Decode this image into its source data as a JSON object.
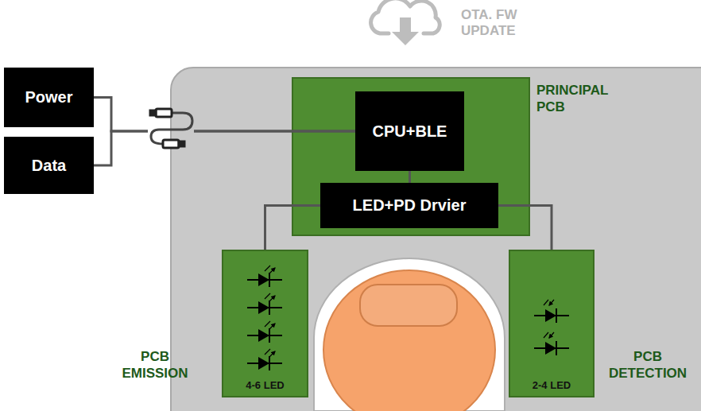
{
  "diagram": {
    "nodes": [
      {
        "text": [
          "Power"
        ]
      },
      {
        "text": [
          "Data"
        ]
      },
      {
        "text": [
          "PRINCIPAL PCB"
        ]
      },
      {
        "text": [
          "CPU+BLE"
        ],
        "in": 2
      },
      {
        "text": [
          "LED+PD Drvier"
        ],
        "in": 2
      },
      {
        "text": [
          "PCB EMISSION",
          "4-6 LED"
        ]
      },
      {
        "text": [
          "PCB DETECTION",
          "2-4 LED"
        ]
      }
    ],
    "edges": [
      {
        "from": 0,
        "to": 3,
        "arrow": "none"
      },
      {
        "from": 1,
        "to": 3,
        "arrow": "none"
      },
      {
        "from": 3,
        "to": 4,
        "arrow": "none"
      },
      {
        "from": 4,
        "to": 5,
        "arrow": "none"
      },
      {
        "from": 4,
        "to": 6,
        "arrow": "none"
      }
    ],
    "labels": [
      "OTA. FW UPDATE"
    ]
  }
}
